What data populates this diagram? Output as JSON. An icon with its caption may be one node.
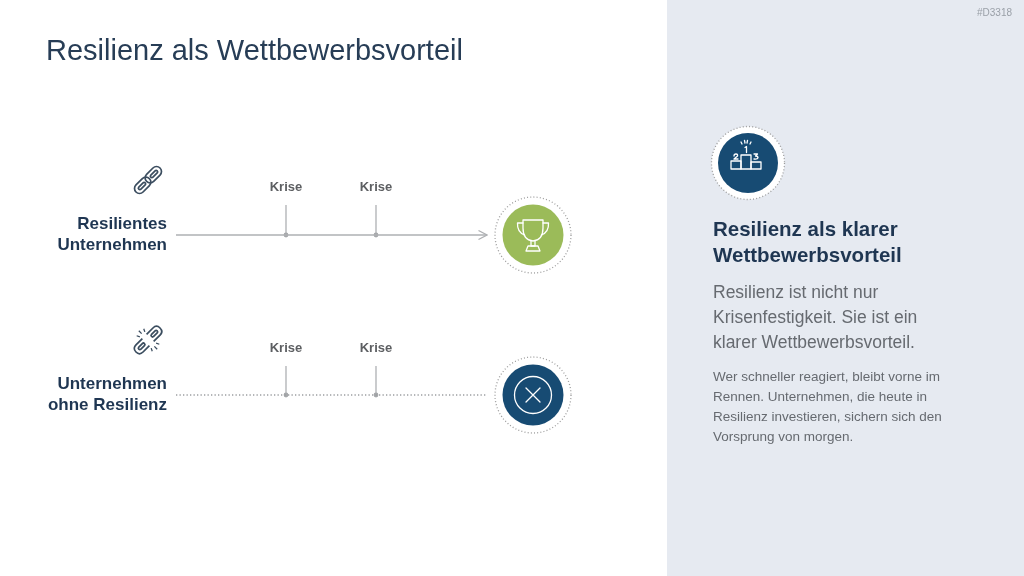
{
  "diagram": {
    "title": "Resilienz als Wettbewerbsvorteil",
    "nodes": [
      {
        "text": [
          "Resilientes Unternehmen"
        ]
      },
      {
        "text": [],
        "shape": "circle"
      },
      {
        "text": [
          "Unternehmen ohne Resilienz"
        ]
      },
      {
        "text": [],
        "shape": "circle"
      },
      {
        "text": [
          "Resilienz als klarer Wettbewerbsvorteil",
          "Resilienz ist nicht nur Krisenfestigkeit. Sie ist ein klarer Wettbewerbsvorteil.",
          "Wer schneller reagiert, bleibt vorne im Rennen. Unternehmen, die heute in Resilienz investieren, sichern sich den Vorsprung von morgen."
        ]
      }
    ],
    "edges": [
      {
        "from": 0,
        "to": 1,
        "arrow": "to"
      },
      {
        "from": 2,
        "to": 3,
        "arrow": "none",
        "style": "dashed"
      }
    ],
    "labels": [
      "#D3318",
      "Krise",
      "Krise",
      "Krise",
      "Krise"
    ]
  }
}
